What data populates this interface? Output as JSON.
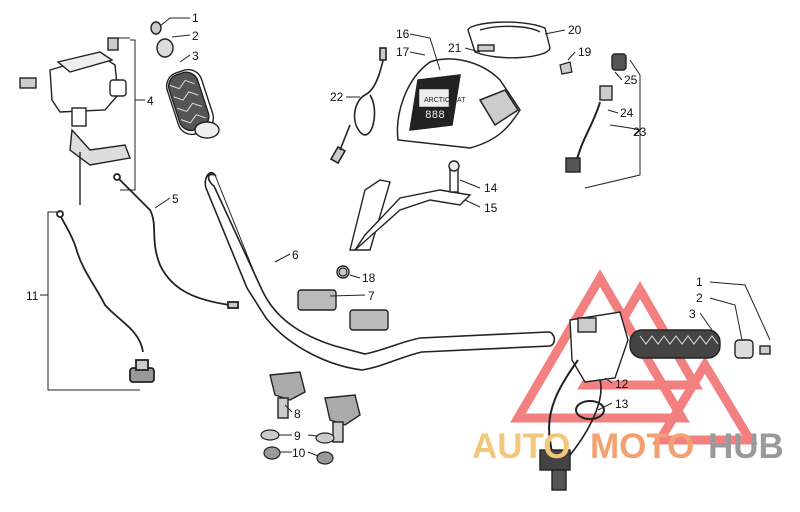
{
  "diagram": {
    "part_numbers": {
      "p1": "1",
      "p2": "2",
      "p3": "3",
      "p4": "4",
      "p5": "5",
      "p6": "6",
      "p7": "7",
      "p8": "8",
      "p9": "9",
      "p10": "10",
      "p11": "11",
      "p12": "12",
      "p13": "13",
      "p14": "14",
      "p15": "15",
      "p16": "16",
      "p17": "17",
      "p18": "18",
      "p19": "19",
      "p20": "20",
      "p21": "21",
      "p22": "22",
      "p23": "23",
      "p24": "24",
      "p25": "25"
    },
    "right_callouts": {
      "r1": "1",
      "r2": "2",
      "r3": "3"
    },
    "gauge_label": "ARCTIC CAT",
    "gauge_digits": "888"
  },
  "watermark": {
    "auto": "AUTO",
    "moto": "MOTO",
    "hub": "HUB",
    "colors": {
      "auto": "#f3c77a",
      "moto": "#f4a070",
      "hub": "#9a9a9a",
      "triangle": "#f26a6a"
    }
  }
}
